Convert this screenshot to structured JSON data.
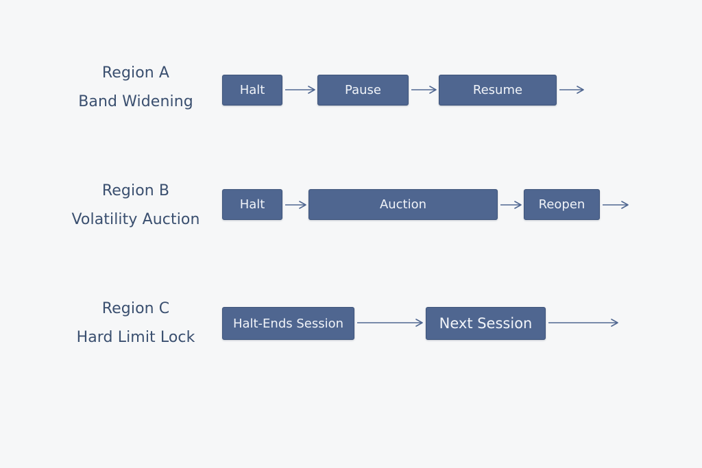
{
  "colors": {
    "background": "#f6f7f8",
    "box_fill": "#4f6690",
    "box_text": "#f1f4f9",
    "label_text": "#3a4f6f",
    "arrow": "#4f6690"
  },
  "regions": [
    {
      "title": "Region A",
      "subtitle": "Band Widening",
      "steps": [
        "Halt",
        "Pause",
        "Resume"
      ]
    },
    {
      "title": "Region B",
      "subtitle": "Volatility Auction",
      "steps": [
        "Halt",
        "Auction",
        "Reopen"
      ]
    },
    {
      "title": "Region C",
      "subtitle": "Hard Limit Lock",
      "steps": [
        "Halt-Ends Session",
        "Next Session"
      ]
    }
  ]
}
